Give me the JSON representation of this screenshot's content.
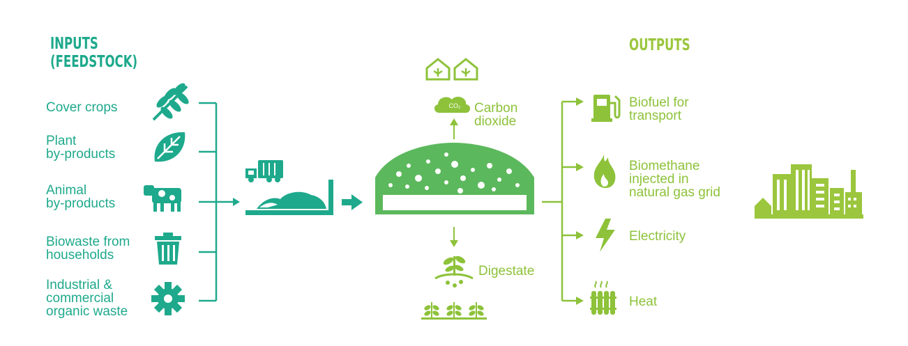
{
  "inputs": {
    "heading_line1": "INPUTS",
    "heading_line2": "(FEEDSTOCK)",
    "items": [
      {
        "label": "Cover crops",
        "icon": "wheat-icon"
      },
      {
        "label": "Plant\nby-products",
        "icon": "leaf-icon"
      },
      {
        "label": "Animal\nby-products",
        "icon": "cow-icon"
      },
      {
        "label": "Biowaste from\nhouseholds",
        "icon": "trash-bin-icon"
      },
      {
        "label": "Industrial &\ncommercial\norganic waste",
        "icon": "gear-icon"
      }
    ]
  },
  "process": {
    "carbon_label": "Carbon\ndioxide",
    "co2_symbol": "CO₂",
    "digestate_label": "Digestate"
  },
  "outputs": {
    "heading": "OUTPUTS",
    "items": [
      {
        "label": "Biofuel for\ntransport",
        "icon": "fuel-pump-icon"
      },
      {
        "label": "Biomethane\ninjected in\nnatural gas grid",
        "icon": "flame-icon"
      },
      {
        "label": "Electricity",
        "icon": "lightning-icon"
      },
      {
        "label": "Heat",
        "icon": "radiator-icon"
      }
    ]
  },
  "colors": {
    "teal": "#1ea98c",
    "green": "#5cb85c",
    "lime": "#9bc63d"
  }
}
